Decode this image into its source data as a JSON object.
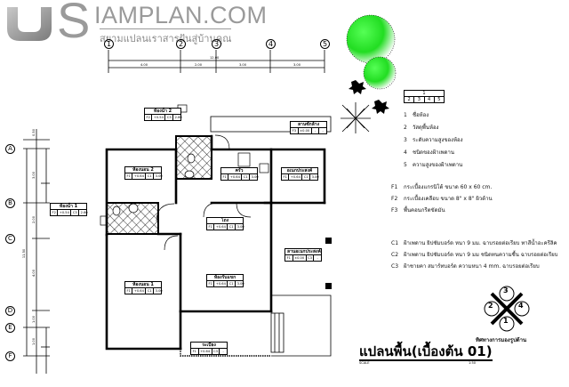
{
  "header": {
    "logo_letters": "S",
    "site_name": "IAMPLAN.COM",
    "tagline": "สยามแปลนเราสารฝันสู่บ้านคุณ"
  },
  "grid": {
    "columns": [
      "1",
      "2",
      "3",
      "4",
      "5"
    ],
    "rows": [
      "A",
      "B",
      "C",
      "D",
      "E",
      "F"
    ],
    "top_dims": {
      "total": "12.00",
      "segments": [
        "4.00",
        "2.00",
        "3.00",
        "3.00"
      ]
    },
    "left_dims": {
      "total": "11.50",
      "segments": [
        "0.50",
        "3.00",
        "2.00",
        "1.00",
        "1.00",
        "4.00",
        "1.00",
        "1.00",
        "1.00",
        "0.50"
      ]
    }
  },
  "rooms": [
    {
      "name": "ห้องน้ำ 2",
      "f": "F2",
      "level": "+0.54",
      "c": "C3",
      "height": "2.60"
    },
    {
      "name": "ห้องนอน 2",
      "f": "F1",
      "level": "+0.64",
      "c": "C1",
      "height": "3.00"
    },
    {
      "name": "ห้องน้ำ 1",
      "f": "F2",
      "level": "+0.54",
      "c": "C3",
      "height": "2.60"
    },
    {
      "name": "ครัว",
      "f": "F1",
      "level": "+0.64",
      "c": "C1",
      "height": "3.00"
    },
    {
      "name": "อเนกประสงค์",
      "f": "F1",
      "level": "+0.64",
      "c": "C1",
      "height": "3.00"
    },
    {
      "name": "ลานซักล้าง",
      "f": "F3",
      "level": "±0.00",
      "c": "-",
      "height": "-"
    },
    {
      "name": "โถง",
      "f": "F1",
      "level": "+0.64",
      "c": "C1",
      "height": "3.00"
    },
    {
      "name": "ห้องนอน 1",
      "f": "F1",
      "level": "+0.64",
      "c": "C1",
      "height": "3.00"
    },
    {
      "name": "ห้องรับแขก",
      "f": "F1",
      "level": "+0.64",
      "c": "C1",
      "height": "3.00"
    },
    {
      "name": "ลานอเนกประสงค์",
      "f": "F1",
      "level": "±0.00",
      "c": "C3",
      "height": "-"
    },
    {
      "name": "ระเบียง",
      "f": "F1",
      "level": "+0.64",
      "c": "C3",
      "height": "-"
    }
  ],
  "legend": {
    "key_top": "1",
    "key_bottom": [
      "2",
      "3",
      "4",
      "5"
    ],
    "items": [
      {
        "num": "1",
        "text": "ชื่อห้อง"
      },
      {
        "num": "2",
        "text": "วัสดุพื้นห้อง"
      },
      {
        "num": "3",
        "text": "ระดับความสูงของห้อง"
      },
      {
        "num": "4",
        "text": "ชนิดของฝ้าเพดาน"
      },
      {
        "num": "5",
        "text": "ความสูงของฝ้าเพดาน"
      }
    ],
    "floors": [
      {
        "code": "F1",
        "text": "กระเบื้องแกรนิโต้ ขนาด 60 x 60 cm."
      },
      {
        "code": "F2",
        "text": "กระเบื้องเคลือบ ขนาด 8\" x 8\" ผิวด้าน"
      },
      {
        "code": "F3",
        "text": "พื้นคอนกรีตขัดมัน"
      }
    ],
    "ceilings": [
      {
        "code": "C1",
        "text": "ฝ้าเพดาน ยิปซัมบอร์ด หนา 9 มม. ฉาบรอยต่อเรียบ ทาสีน้ำอะครีลิค"
      },
      {
        "code": "C2",
        "text": "ฝ้าเพดาน ยิปซัมบอร์ด หนา 9 มม ชนิดทนความชื้น ฉาบรอยต่อเรียบ"
      },
      {
        "code": "C3",
        "text": "ฝ้าชายคา สมาร์ทบอร์ด ความหนา 4 mm. ฉาบรอยต่อเรียบ"
      }
    ]
  },
  "view_direction": {
    "numbers": [
      "3",
      "2",
      "4",
      "1"
    ],
    "caption": "ทิศทางการมองรูปด้าน"
  },
  "title_block": {
    "title": "แปลนพื้น(เบื้องต้น 01)",
    "scale_label": "SCALE",
    "scale_value": "1:50"
  },
  "colors": {
    "logo_gray": "#9a9a9a",
    "tree_green": "#22dd22",
    "hatch": "#000000"
  }
}
